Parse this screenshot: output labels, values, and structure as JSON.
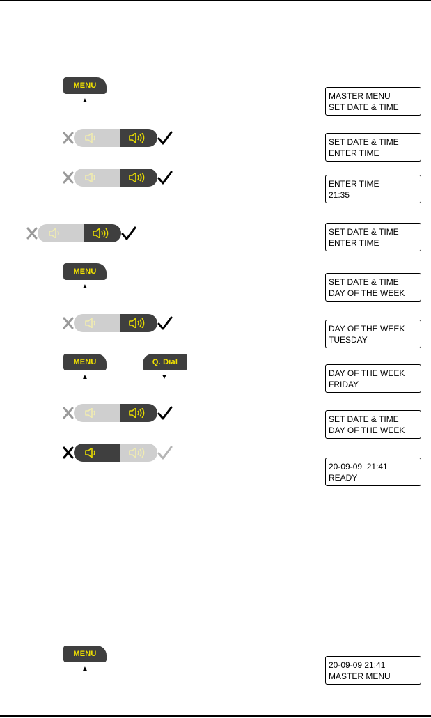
{
  "keys": {
    "menu": "MENU",
    "qdial": "Q. Dial"
  },
  "arrows": {
    "up": "▲",
    "down": "▼"
  },
  "colors": {
    "key_bg": "#3f3f3f",
    "key_text": "#f2e200",
    "pill_light": "#cfcfcf",
    "pill_dark": "#3f3f3f",
    "icon_yellow": "#e8dc00",
    "icon_faded": "#f0ecb0"
  },
  "icons": {
    "reject": "x-icon",
    "confirm": "check-icon",
    "speaker_low": "speaker-low-icon",
    "speaker_high": "speaker-high-icon"
  },
  "displays": [
    {
      "line1": "MASTER MENU",
      "line2": "SET DATE & TIME"
    },
    {
      "line1": "SET DATE & TIME",
      "line2": "ENTER TIME"
    },
    {
      "line1": "ENTER TIME",
      "line2": "21:35"
    },
    {
      "line1": "SET DATE & TIME",
      "line2": "ENTER TIME"
    },
    {
      "line1": "SET DATE & TIME",
      "line2": "DAY OF THE WEEK"
    },
    {
      "line1": "DAY OF THE WEEK",
      "line2": "TUESDAY"
    },
    {
      "line1": "DAY OF THE WEEK",
      "line2": "FRIDAY"
    },
    {
      "line1": "SET DATE & TIME",
      "line2": "DAY OF THE WEEK"
    },
    {
      "line1": "20-09-09  21:41",
      "line2": "READY"
    },
    {
      "line1": "20-09-09 21:41",
      "line2": "MASTER MENU"
    }
  ]
}
